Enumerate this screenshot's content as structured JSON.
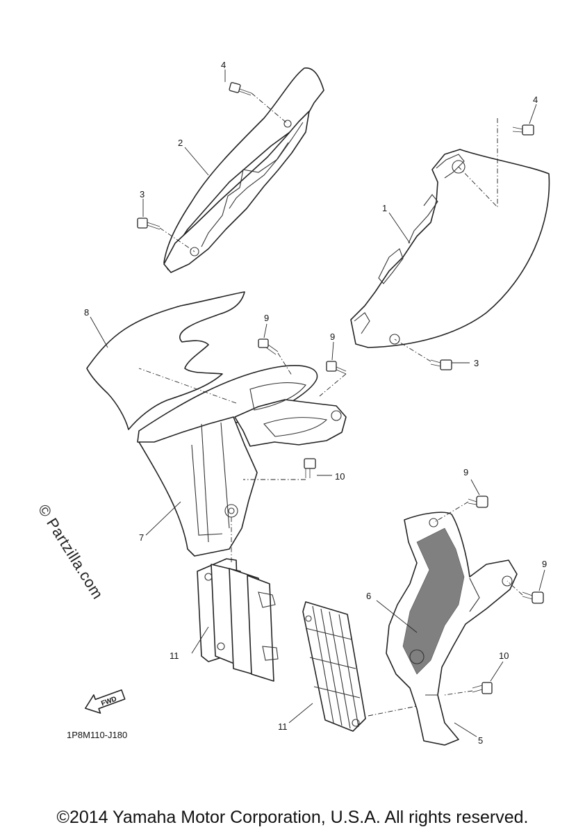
{
  "diagram": {
    "callouts": {
      "c1": "1",
      "c2": "2",
      "c3a": "3",
      "c3b": "3",
      "c4a": "4",
      "c4b": "4",
      "c5": "5",
      "c6": "6",
      "c7": "7",
      "c8": "8",
      "c9a": "9",
      "c9b": "9",
      "c9c": "9",
      "c9d": "9",
      "c10a": "10",
      "c10b": "10",
      "c11a": "11",
      "c11b": "11"
    },
    "fwd_label": "FWD",
    "diagram_code": "1P8M110-J180"
  },
  "watermark": "© Partzilla.com",
  "footer": {
    "copyright": "©2014 Yamaha Motor Corporation, U.S.A. All rights reserved."
  }
}
